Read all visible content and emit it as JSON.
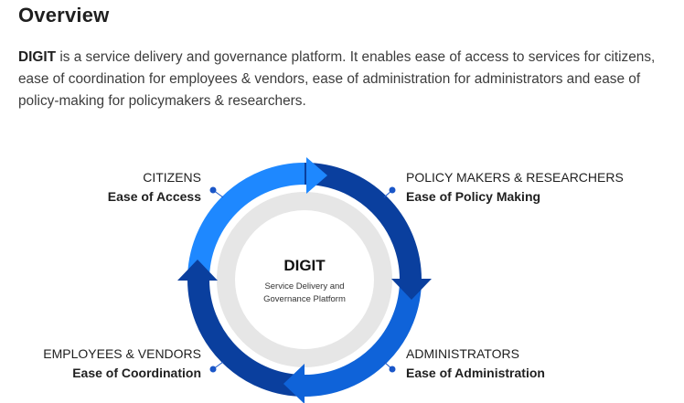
{
  "page": {
    "title": "Overview",
    "intro_bold": "DIGIT",
    "intro_text": " is a service delivery and governance platform. It enables ease of access to services for citizens, ease of coordination for employees & vendors, ease of administration for administrators and ease of policy-making for policymakers & researchers."
  },
  "diagram": {
    "center": {
      "title": "DIGIT",
      "subtitle": "Service Delivery and Governance Platform"
    },
    "quadrants": [
      {
        "role": "CITIZENS",
        "benefit": "Ease of Access"
      },
      {
        "role": "POLICY MAKERS & RESEARCHERS",
        "benefit": "Ease of Policy Making"
      },
      {
        "role": "ADMINISTRATORS",
        "benefit": "Ease of Administration"
      },
      {
        "role": "EMPLOYEES & VENDORS",
        "benefit": "Ease of Coordination"
      }
    ],
    "colors": {
      "dark_blue": "#0a3f9e",
      "medium_blue": "#0f63d9",
      "light_blue": "#1e88ff",
      "inner_gray": "#e6e6e6",
      "dot": "#1a56c8"
    }
  }
}
